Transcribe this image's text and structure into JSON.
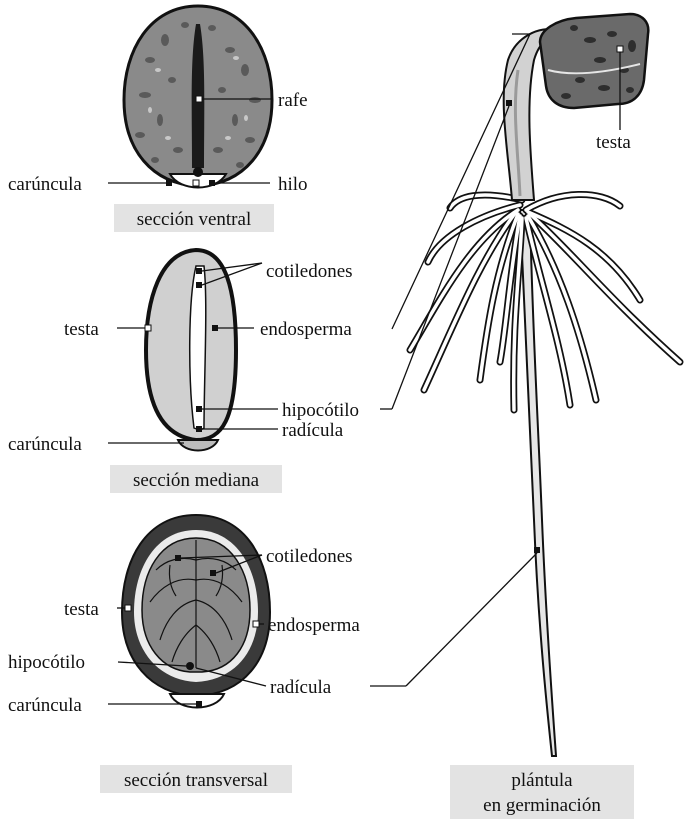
{
  "ventral": {
    "caption": "sección ventral",
    "labels": {
      "rafe": "rafe",
      "caruncula": "carúncula",
      "hilo": "hilo"
    }
  },
  "mediana": {
    "caption": "sección mediana",
    "labels": {
      "cotiledones": "cotiledones",
      "testa": "testa",
      "endosperma": "endosperma",
      "hipocotilo": "hipocótilo",
      "radicula": "radícula",
      "caruncula": "carúncula"
    }
  },
  "transversal": {
    "caption": "sección transversal",
    "labels": {
      "cotiledones": "cotiledones",
      "testa": "testa",
      "endosperma": "endosperma",
      "hipocotilo": "hipocótilo",
      "radicula": "radícula",
      "caruncula": "carúncula"
    }
  },
  "plantula": {
    "caption_line1": "plántula",
    "caption_line2": "en germinación",
    "labels": {
      "testa": "testa"
    }
  }
}
